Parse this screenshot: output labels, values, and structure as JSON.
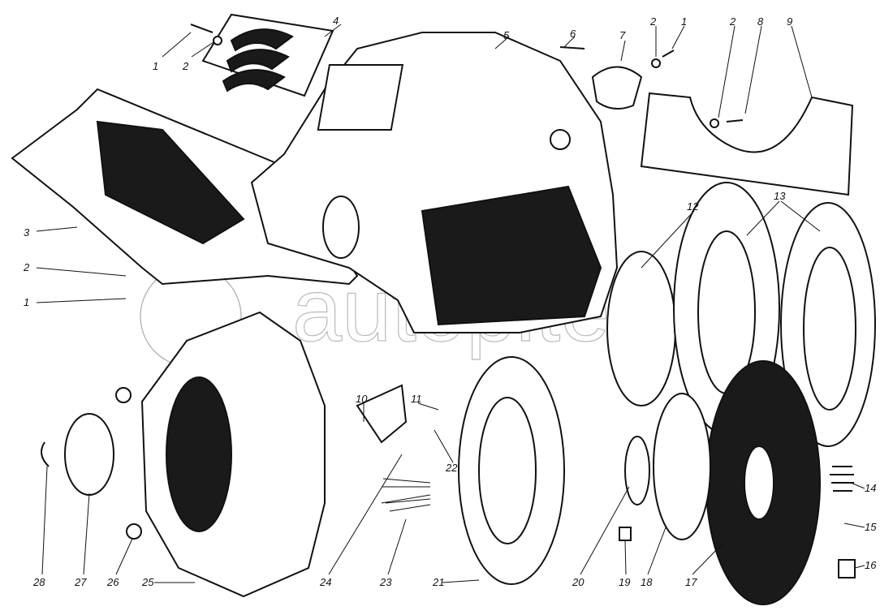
{
  "diagram": {
    "title": "Clutch and clutch housing exploded view",
    "watermark": "autopiter.ru",
    "colors": {
      "ink": "#111111",
      "paper": "#ffffff",
      "watermark": "#aaaaaa"
    },
    "callouts": [
      {
        "id": "c1a",
        "text": "1"
      },
      {
        "id": "c2a",
        "text": "2"
      },
      {
        "id": "c4",
        "text": "4"
      },
      {
        "id": "c5",
        "text": "5"
      },
      {
        "id": "c6",
        "text": "6"
      },
      {
        "id": "c7",
        "text": "7"
      },
      {
        "id": "c2b",
        "text": "2"
      },
      {
        "id": "c1b",
        "text": "1"
      },
      {
        "id": "c2c",
        "text": "2"
      },
      {
        "id": "c8",
        "text": "8"
      },
      {
        "id": "c9",
        "text": "9"
      },
      {
        "id": "c3",
        "text": "3"
      },
      {
        "id": "c2d",
        "text": "2"
      },
      {
        "id": "c1c",
        "text": "1"
      },
      {
        "id": "c12",
        "text": "12"
      },
      {
        "id": "c13",
        "text": "13"
      },
      {
        "id": "c10",
        "text": "10"
      },
      {
        "id": "c11",
        "text": "11"
      },
      {
        "id": "c22",
        "text": "22"
      },
      {
        "id": "c14",
        "text": "14"
      },
      {
        "id": "c15",
        "text": "15"
      },
      {
        "id": "c16",
        "text": "16"
      },
      {
        "id": "c17",
        "text": "17"
      },
      {
        "id": "c18",
        "text": "18"
      },
      {
        "id": "c19",
        "text": "19"
      },
      {
        "id": "c20",
        "text": "20"
      },
      {
        "id": "c21",
        "text": "21"
      },
      {
        "id": "c23",
        "text": "23"
      },
      {
        "id": "c24",
        "text": "24"
      },
      {
        "id": "c25",
        "text": "25"
      },
      {
        "id": "c26",
        "text": "26"
      },
      {
        "id": "c27",
        "text": "27"
      },
      {
        "id": "c28",
        "text": "28"
      }
    ]
  }
}
